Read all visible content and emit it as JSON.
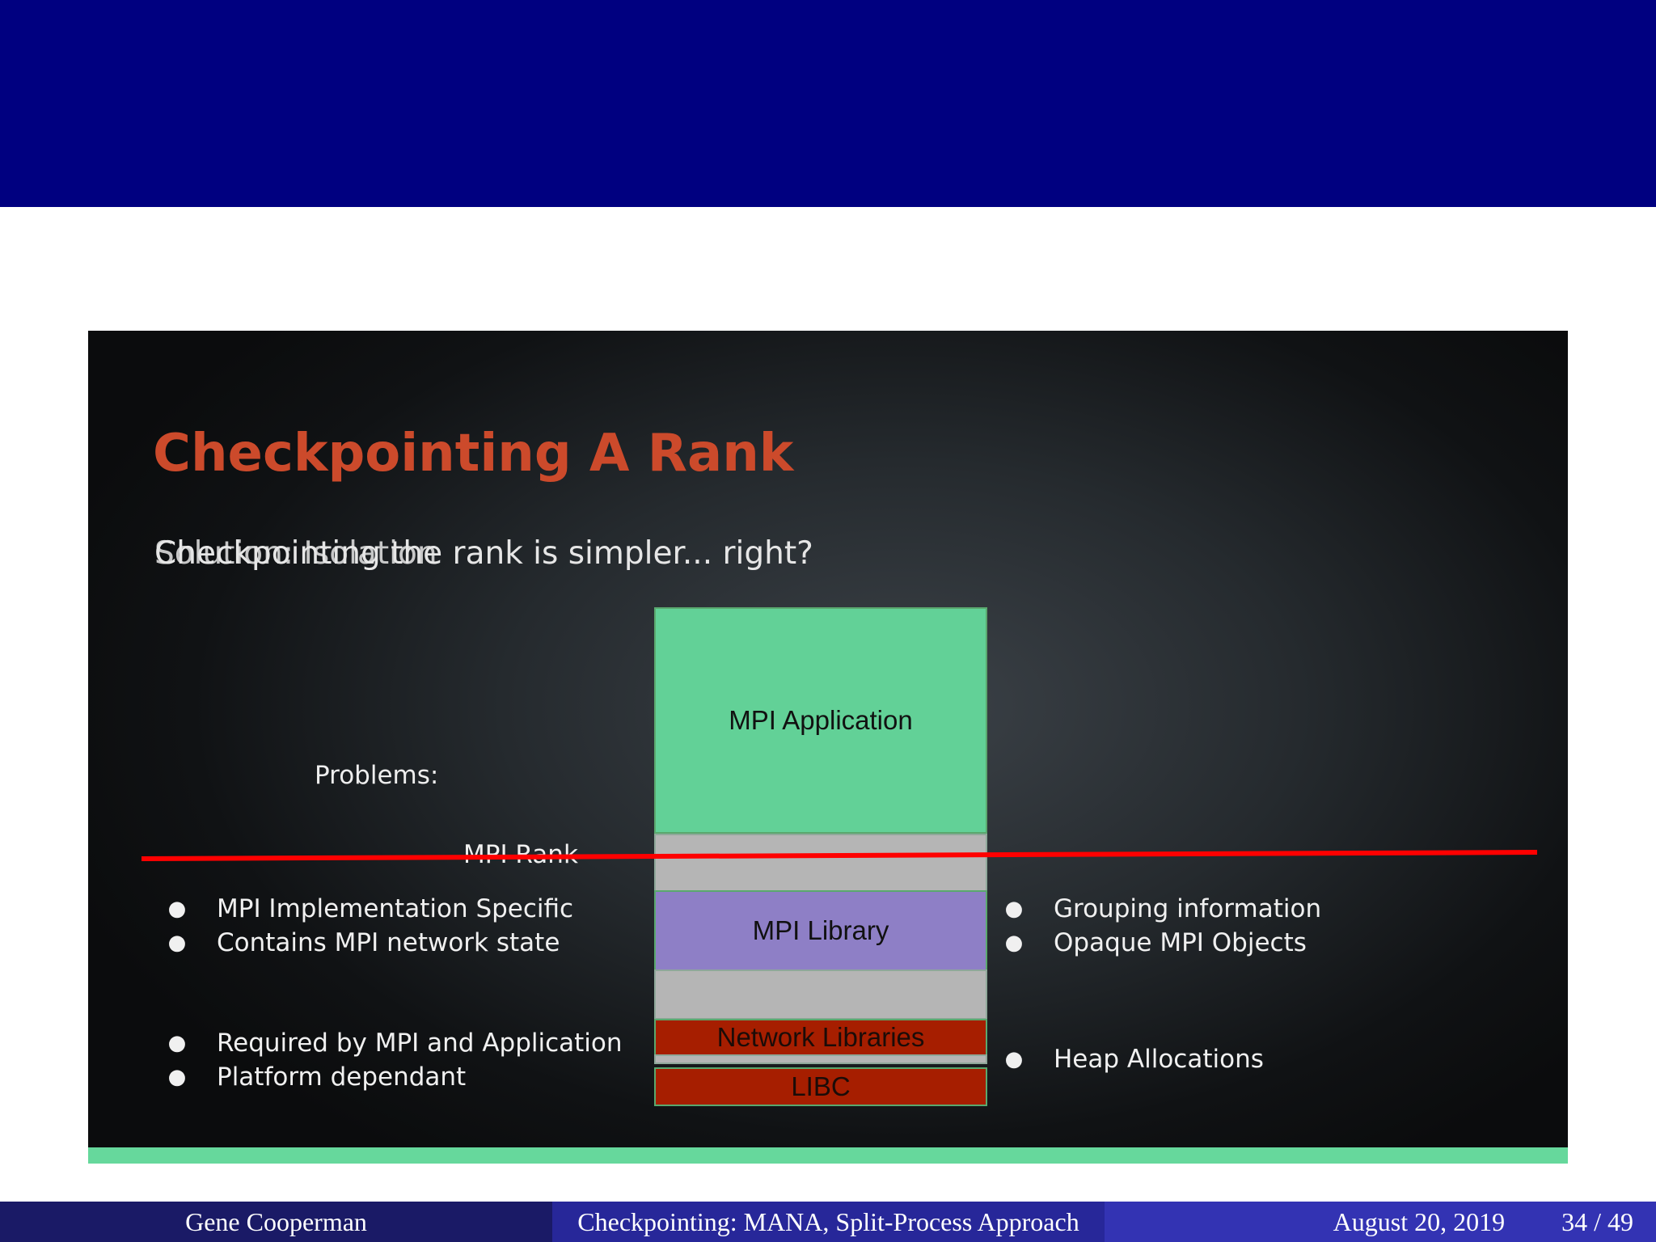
{
  "slide": {
    "title": "Checkpointing A Rank",
    "subtitle_overlap": "Solution: Isolation",
    "subtitle": "Checkpointing the rank is simpler... right?",
    "problems_label": "Problems:",
    "rank_label": "MPI Rank",
    "stack": {
      "application": "MPI Application",
      "library": "MPI Library",
      "network": "Network Libraries",
      "libc": "LIBC"
    },
    "left_bullets_top": [
      "MPI Implementation Specific",
      "Contains MPI network state"
    ],
    "left_bullets_bottom": [
      "Required by MPI and Application",
      "Platform dependant"
    ],
    "right_bullets_top": [
      "Grouping information",
      "Opaque MPI Objects"
    ],
    "right_bullets_bottom": [
      "Heap Allocations"
    ],
    "colors": {
      "title": "#cc4a2b",
      "application": "#62d197",
      "library": "#8e7fc6",
      "network": "#a61e00",
      "divider_line": "#ff0000",
      "accent_bar": "#66d89c"
    }
  },
  "footer": {
    "author": "Gene Cooperman",
    "talk_title": "Checkpointing: MANA, Split-Process Approach",
    "date": "August 20, 2019",
    "page": "34 / 49"
  }
}
